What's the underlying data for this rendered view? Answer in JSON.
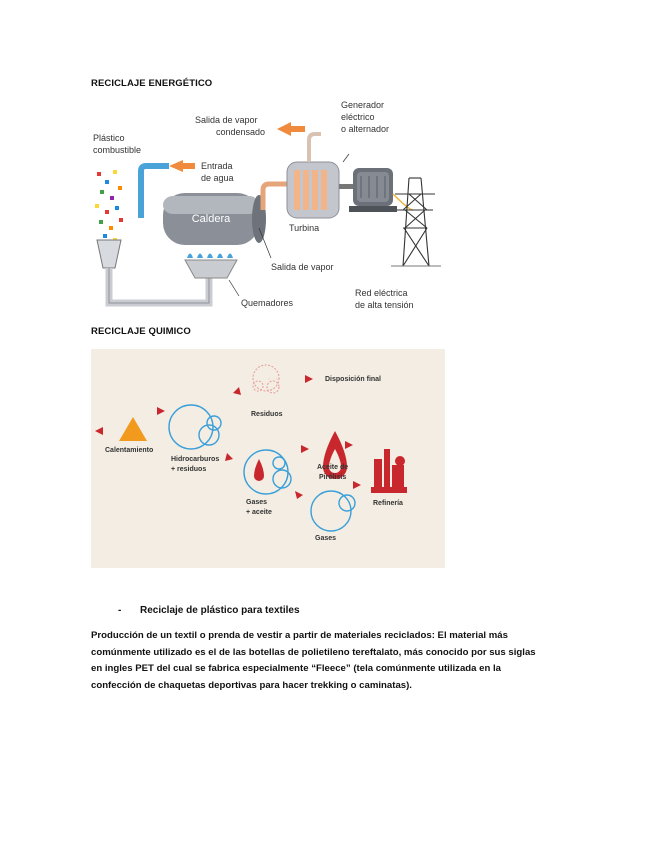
{
  "headings": {
    "energetico": "RECICLAJE ENERGÉTICO",
    "quimico": "RECICLAJE QUIMICO"
  },
  "energy_diagram": {
    "plastico": [
      "Plástico",
      "combustible"
    ],
    "entrada": [
      "Entrada",
      "de agua"
    ],
    "caldera": "Caldera",
    "salida_condensado": [
      "Salida de vapor",
      "condensado"
    ],
    "generador": [
      "Generador",
      "eléctrico",
      "o alternador"
    ],
    "turbina": "Turbina",
    "salida_vapor": "Salida de vapor",
    "quemadores": "Quemadores",
    "red": [
      "Red eléctrica",
      "de alta tensión"
    ]
  },
  "chem_diagram": {
    "calentamiento": "Calentamiento",
    "residuos": "Residuos",
    "disposicion": "Disposición final",
    "hidrocarburos": [
      "Hidrocarburos",
      "+ residuos"
    ],
    "aceite": [
      "Aceite de",
      "Pirólisis"
    ],
    "gases_aceite": [
      "Gases",
      "+ aceite"
    ],
    "refineria": "Refinería",
    "gases": "Gases"
  },
  "bullet": {
    "dash": "-",
    "text": "Reciclaje de plástico para textiles"
  },
  "paragraph": [
    "Producción de un textil o prenda de vestir a partir de materiales reciclados: El material más",
    "comúnmente utilizado es el de las botellas de polietileno tereftalato, más conocido por sus siglas",
    "en ingles PET del cual se fabrica especialmente “Fleece” (tela comúnmente utilizada en la",
    "confección de chaquetas deportivas para hacer trekking o caminatas)."
  ],
  "colors": {
    "arrow_orange": "#f08a3c",
    "boiler_gray": "#8a8f98",
    "pipe_blue": "#4aa3d8",
    "chem_bg": "#f3ede3",
    "chem_red": "#c8282d",
    "chem_blue": "#3a9fd9",
    "triangle": "#f29a1e"
  }
}
